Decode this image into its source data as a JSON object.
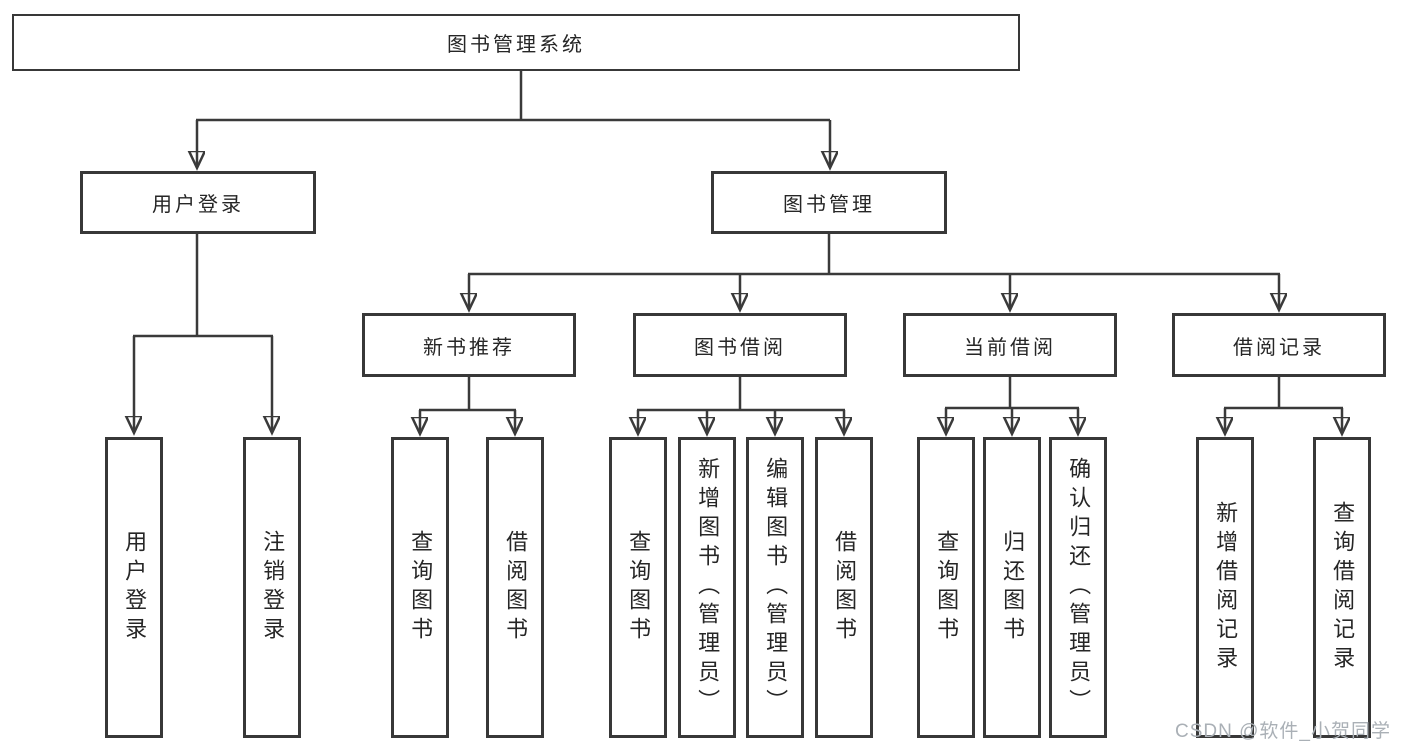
{
  "root": {
    "label": "图书管理系统"
  },
  "user_login": {
    "label": "用户登录",
    "children": [
      {
        "label": "用户登录"
      },
      {
        "label": "注销登录"
      }
    ]
  },
  "book_management": {
    "label": "图书管理",
    "sections": [
      {
        "label": "新书推荐",
        "children": [
          {
            "label": "查询图书"
          },
          {
            "label": "借阅图书"
          }
        ]
      },
      {
        "label": "图书借阅",
        "children": [
          {
            "label": "查询图书"
          },
          {
            "label": "新增图书（管理员）"
          },
          {
            "label": "编辑图书（管理员）"
          },
          {
            "label": "借阅图书"
          }
        ]
      },
      {
        "label": "当前借阅",
        "children": [
          {
            "label": "查询图书"
          },
          {
            "label": "归还图书"
          },
          {
            "label": "确认归还（管理员）"
          }
        ]
      },
      {
        "label": "借阅记录",
        "children": [
          {
            "label": "新增借阅记录"
          },
          {
            "label": "查询借阅记录"
          }
        ]
      }
    ]
  },
  "watermark": {
    "text": "CSDN @软件_小贺同学"
  },
  "colors": {
    "line": "#3a3a3a",
    "text": "#262626",
    "background": "#ffffff",
    "watermark": "#aab0b6"
  }
}
